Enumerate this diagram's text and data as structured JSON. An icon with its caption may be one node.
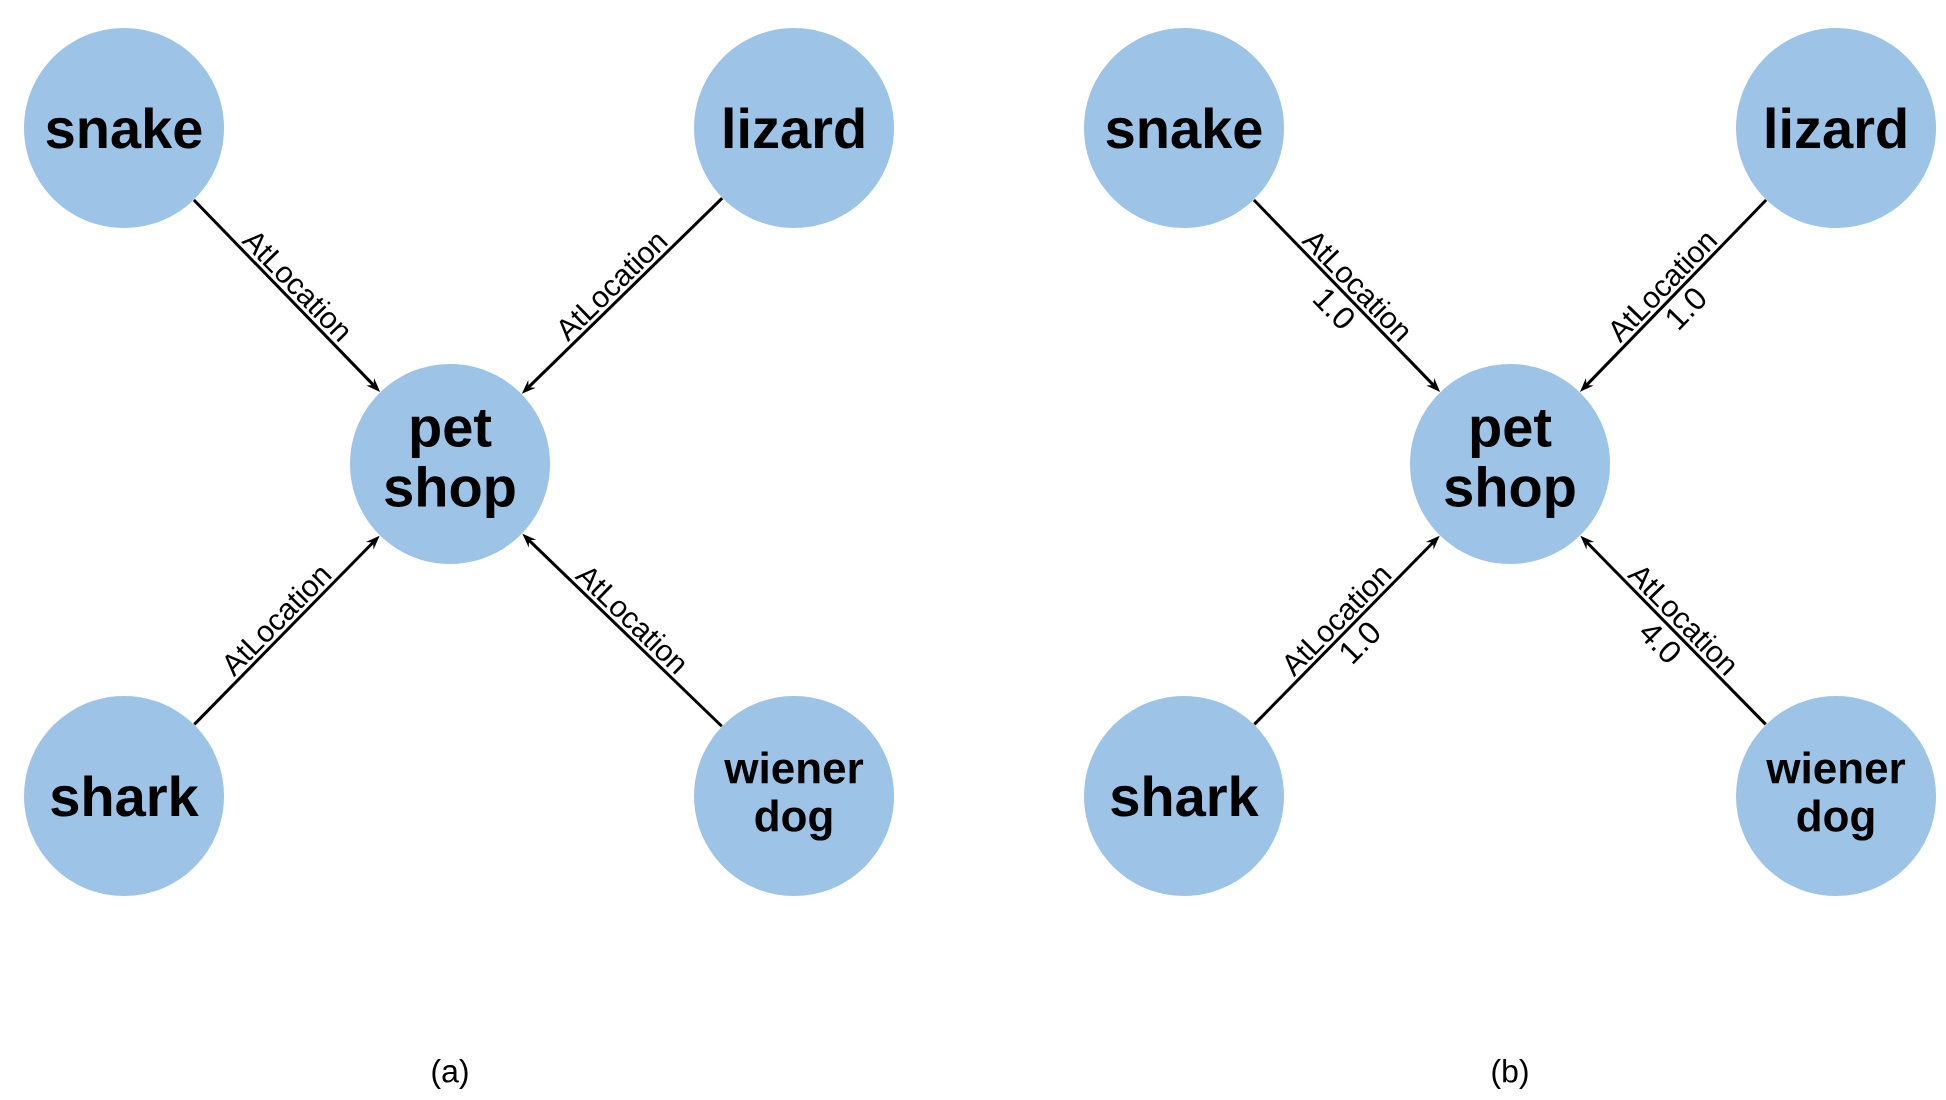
{
  "diagram": {
    "nodes": [
      {
        "text": [
          "snake"
        ]
      },
      {
        "text": [
          "lizard"
        ]
      },
      {
        "text": [
          "pet shop"
        ]
      },
      {
        "text": [
          "shark"
        ]
      },
      {
        "text": [
          "wiener dog"
        ]
      },
      {
        "text": [
          "snake"
        ]
      },
      {
        "text": [
          "lizard"
        ]
      },
      {
        "text": [
          "pet shop"
        ]
      },
      {
        "text": [
          "shark"
        ]
      },
      {
        "text": [
          "wiener dog"
        ]
      }
    ],
    "edges": [
      {
        "from": 0,
        "to": 2,
        "arrow": "to",
        "label": "AtLocation"
      },
      {
        "from": 1,
        "to": 2,
        "arrow": "to",
        "label": "AtLocation"
      },
      {
        "from": 3,
        "to": 2,
        "arrow": "to",
        "label": "AtLocation"
      },
      {
        "from": 4,
        "to": 2,
        "arrow": "to",
        "label": "AtLocation"
      },
      {
        "from": 5,
        "to": 7,
        "arrow": "to",
        "label": "AtLocation"
      },
      {
        "from": 6,
        "to": 7,
        "arrow": "to",
        "label": "AtLocation"
      },
      {
        "from": 8,
        "to": 7,
        "arrow": "to",
        "label": "AtLocation"
      },
      {
        "from": 9,
        "to": 7,
        "arrow": "to",
        "label": "AtLocation"
      }
    ],
    "labels": [
      "1.0",
      "1.0",
      "1.0",
      "4.0",
      "(a)",
      "(b)"
    ]
  }
}
